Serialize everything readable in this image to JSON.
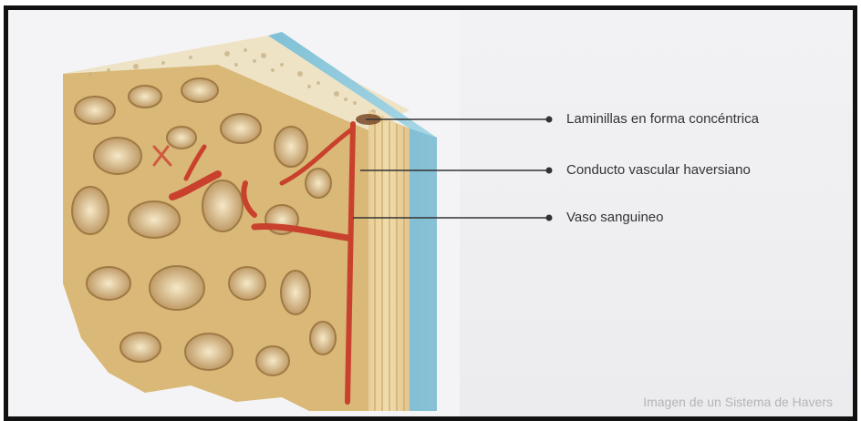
{
  "labels": {
    "lamellae": "Laminillas en forma concéntrica",
    "haversian_canal": "Conducto vascular haversiano",
    "blood_vessel": "Vaso sanguineo"
  },
  "caption": "Imagen de un Sistema de Havers",
  "colors": {
    "bone_tan": "#e2c790",
    "bone_dark": "#b08850",
    "vessel_red": "#c9412d",
    "periosteum_blue": "#8fc9dd",
    "leader_line": "#333333"
  }
}
